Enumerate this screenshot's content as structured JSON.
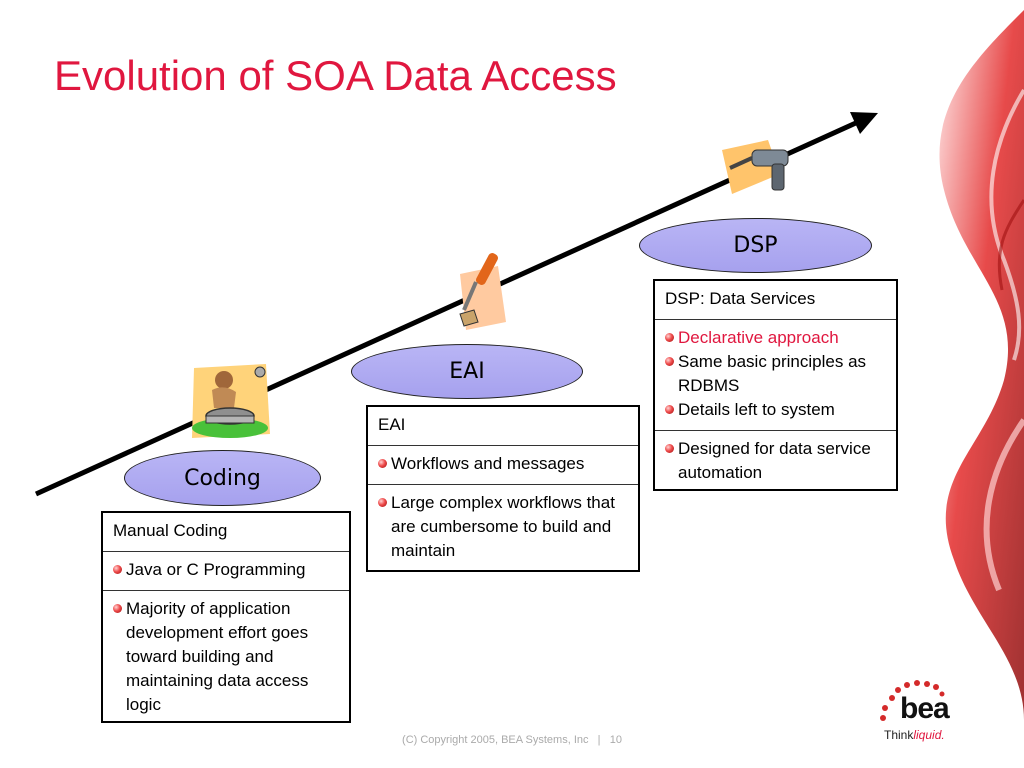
{
  "slide": {
    "title": "Evolution of SOA Data Access"
  },
  "stages": {
    "coding": {
      "label": "Coding",
      "box_title": "Manual Coding",
      "items": [
        "Java or C Programming",
        "Majority of application development effort goes toward building and maintaining data access logic"
      ]
    },
    "eai": {
      "label": "EAI",
      "box_title": "EAI",
      "items": [
        "Workflows and messages",
        "Large complex workflows that are cumbersome to build and maintain"
      ]
    },
    "dsp": {
      "label": "DSP",
      "box_title": "DSP: Data Services",
      "items": [
        "Declarative approach",
        "Same basic principles as RDBMS",
        "Details left to system",
        "Designed for data service automation"
      ]
    }
  },
  "footer": {
    "copyright": "(C) Copyright 2005, BEA Systems, Inc",
    "separator": "|",
    "page_number": "10"
  },
  "logo": {
    "wordmark": "bea",
    "tagline_think": "Think",
    "tagline_liquid": "liquid."
  },
  "colors": {
    "title": "#e0173f",
    "ellipse_fill": "#b0acf2",
    "bullet": "#d42a2a",
    "accent_red": "#e0173f"
  },
  "icons": [
    "progress-arrow",
    "stone-wheel-caveman-clipart",
    "screwdriver-clipart",
    "power-drill-clipart",
    "red-ribbon-decoration",
    "bea-dots-logo"
  ]
}
